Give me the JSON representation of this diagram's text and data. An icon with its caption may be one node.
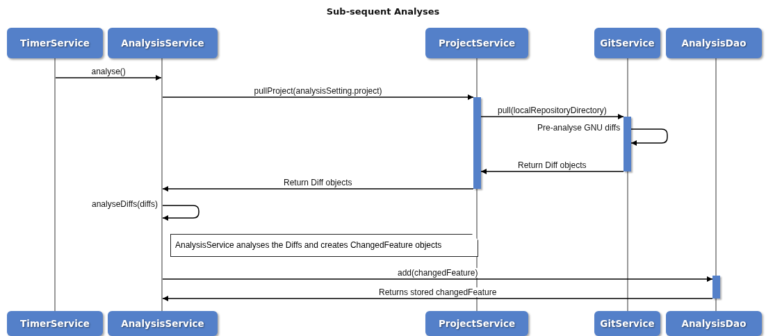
{
  "diagram": {
    "title": "Sub-sequent Analyses",
    "nodes": [
      {
        "text": [
          "TimerService"
        ]
      },
      {
        "text": [
          "AnalysisService"
        ]
      },
      {
        "text": [
          "ProjectService"
        ]
      },
      {
        "text": [
          "GitService"
        ]
      },
      {
        "text": [
          "AnalysisDao"
        ]
      },
      {
        "text": [],
        "shape": "line"
      },
      {
        "text": [],
        "shape": "line"
      },
      {
        "text": [],
        "shape": "line"
      },
      {
        "text": [],
        "shape": "line"
      },
      {
        "text": [],
        "shape": "line"
      },
      {
        "text": [],
        "shape": "bar"
      },
      {
        "text": [],
        "shape": "bar"
      },
      {
        "text": [],
        "shape": "bar"
      },
      {
        "text": [
          "AnalysisService analyses the Diffs and creates ChangedFeature objects"
        ]
      },
      {
        "text": [
          "TimerService"
        ]
      },
      {
        "text": [
          "AnalysisService"
        ]
      },
      {
        "text": [
          "ProjectService"
        ]
      },
      {
        "text": [
          "GitService"
        ]
      },
      {
        "text": [
          "AnalysisDao"
        ]
      }
    ],
    "edges": [
      {
        "from": 5,
        "to": 6,
        "arrow": "to",
        "label": "analyse()"
      },
      {
        "from": 6,
        "to": 10,
        "arrow": "to",
        "label": "pullProject(analysisSetting.project)"
      },
      {
        "from": 10,
        "to": 11,
        "arrow": "to",
        "label": "pull(localRepositoryDirectory)"
      },
      {
        "from": 11,
        "to": 11,
        "arrow": "to",
        "label": "Pre-analyse GNU diffs"
      },
      {
        "from": 11,
        "to": 10,
        "arrow": "to",
        "label": "Return Diff objects"
      },
      {
        "from": 10,
        "to": 6,
        "arrow": "to",
        "label": "Return Diff objects"
      },
      {
        "from": 6,
        "to": 6,
        "arrow": "to",
        "label": "analyseDiffs(diffs)"
      },
      {
        "from": 6,
        "to": 12,
        "arrow": "to",
        "label": "add(changedFeature)"
      },
      {
        "from": 12,
        "to": 6,
        "arrow": "to",
        "label": "Returns stored changedFeature"
      }
    ]
  }
}
